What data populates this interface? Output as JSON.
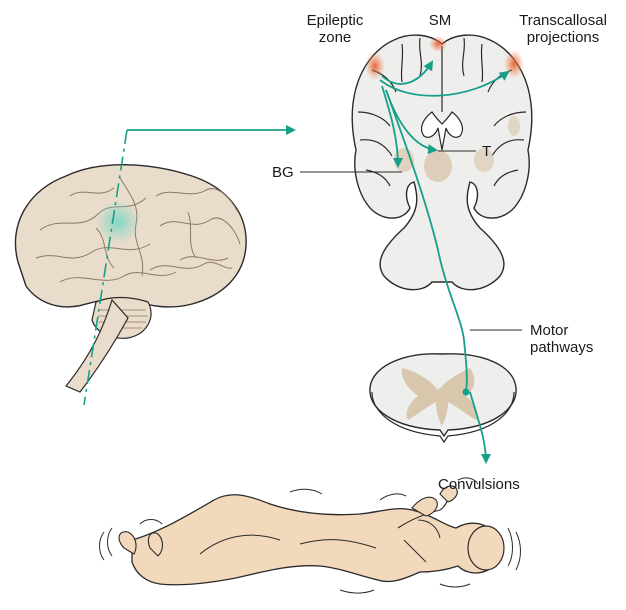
{
  "labels": {
    "epileptic_zone": [
      "Epileptic",
      "zone"
    ],
    "sm": "SM",
    "transcallosal": [
      "Transcallosal",
      "projections"
    ],
    "t": "T",
    "bg": "BG",
    "motor_pathways": [
      "Motor",
      "pathways"
    ],
    "convulsions": "Convulsions"
  },
  "colors": {
    "arrow": "#16a08a",
    "tissue_fill": "#eeeeec",
    "brain_fill": "#e9dccb",
    "gray_matter": "#d8c6ad",
    "focus_glow": "#f0823f",
    "outline": "#2a2a2a",
    "skin": "#f3d9bc"
  }
}
